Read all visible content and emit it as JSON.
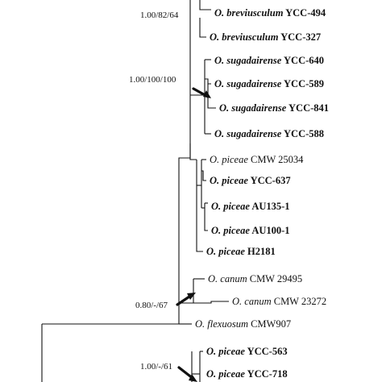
{
  "taxa": [
    {
      "genus": "O.",
      "species": "breviusculum",
      "strain": "YCC-494",
      "bold": true
    },
    {
      "genus": "O.",
      "species": "breviusculum",
      "strain": "YCC-327",
      "bold": true
    },
    {
      "genus": "O.",
      "species": "sugadairense",
      "strain": "YCC-640",
      "bold": true
    },
    {
      "genus": "O.",
      "species": "sugadairense",
      "strain": "YCC-589",
      "bold": true
    },
    {
      "genus": "O.",
      "species": "sugadairense",
      "strain": "YCC-841",
      "bold": true
    },
    {
      "genus": "O.",
      "species": "sugadairense",
      "strain": "YCC-588",
      "bold": true
    },
    {
      "genus": "O.",
      "species": "piceae",
      "strain": "CMW 25034",
      "bold": false
    },
    {
      "genus": "O.",
      "species": "piceae",
      "strain": "YCC-637",
      "bold": true
    },
    {
      "genus": "O.",
      "species": "piceae",
      "strain": "AU135-1",
      "bold": true
    },
    {
      "genus": "O.",
      "species": "piceae",
      "strain": "AU100-1",
      "bold": true
    },
    {
      "genus": "O.",
      "species": "piceae",
      "strain": "H2181",
      "bold": true
    },
    {
      "genus": "O.",
      "species": "canum",
      "strain": "CMW 29495",
      "bold": false
    },
    {
      "genus": "O.",
      "species": "canum",
      "strain": "CMW 23272",
      "bold": false
    },
    {
      "genus": "O.",
      "species": "flexuosum",
      "strain": "CMW907",
      "bold": false
    },
    {
      "genus": "O.",
      "species": "piceae",
      "strain": "YCC-563",
      "bold": true
    },
    {
      "genus": "O.",
      "species": "piceae",
      "strain": "YCC-718",
      "bold": true
    }
  ],
  "supports": [
    {
      "text": "1.00/82/64",
      "arrow": false
    },
    {
      "text": "1.00/100/100",
      "arrow": true
    },
    {
      "text": "0.80/-/67",
      "arrow": true
    },
    {
      "text": "1.00/-/61",
      "arrow": true
    }
  ]
}
